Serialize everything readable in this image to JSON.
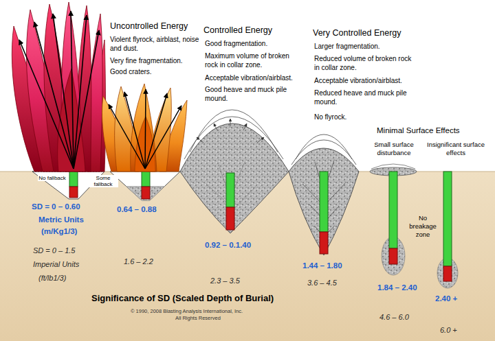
{
  "diagram": {
    "title": "Significance of SD (Scaled Depth of Burial)",
    "labels": [
      "Uncontrolled Energy",
      "Violent flyrock, airblast, noise and dust.",
      "Very fine fragmentation.",
      "Good craters.",
      "Controlled Energy",
      "Good fragmentation.",
      "Maximum volume of broken rock in collar zone.",
      "Acceptable vibration/airblast.",
      "Good heave and muck pile mound.",
      "Very Controlled Energy",
      "Larger fragmentation.",
      "Reduced volume of broken rock in collar zone.",
      "Acceptable vibration/airblast.",
      "Reduced heave and muck pile mound.",
      "No flyrock.",
      "Minimal Surface Effects",
      "Small surface disturbance",
      "Insignificant surface effects",
      "No fallback",
      "Some fallback",
      "No breakage zone",
      "SD = 0 – 0.60",
      "Metric Units",
      "(m/Kg1/3)",
      "SD = 0 – 1.5",
      "Imperial Units",
      "(ft/lb1/3)",
      "0.64 – 0.88",
      "1.6 – 2.2",
      "0.92 – 0.1.40",
      "2.3 – 3.5",
      "1.44 – 1.80",
      "3.6 – 4.5",
      "1.84 – 2.40",
      "4.6 – 6.0",
      "2.40 +",
      "6.0 +",
      "© 1990, 2008 Blasting Analysis International, Inc.",
      "All Rights Reserved"
    ]
  }
}
